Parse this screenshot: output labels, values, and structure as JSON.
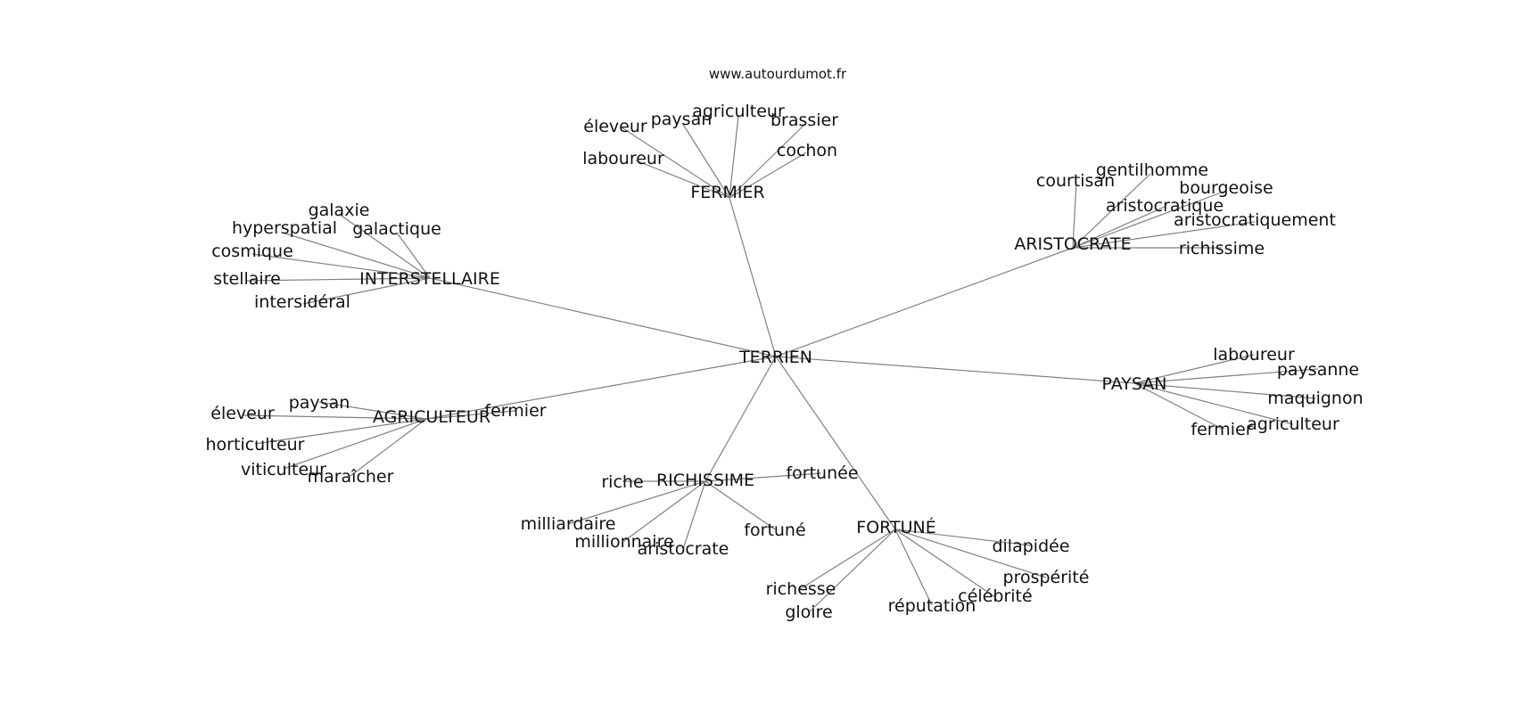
{
  "source": "www.autourdumot.fr",
  "colors": {
    "edge": "#808080",
    "text": "#111111",
    "background": "#ffffff"
  },
  "center": "TERRIEN",
  "clusters": [
    {
      "hub": "FERMIER",
      "leaves": [
        "éleveur",
        "paysan",
        "agriculteur",
        "brassier",
        "laboureur",
        "cochon"
      ]
    },
    {
      "hub": "ARISTOCRATE",
      "leaves": [
        "courtisan",
        "gentilhomme",
        "bourgeoise",
        "aristocratique",
        "aristocratiquement",
        "richissime"
      ]
    },
    {
      "hub": "INTERSTELLAIRE",
      "leaves": [
        "galaxie",
        "hyperspatial",
        "galactique",
        "cosmique",
        "stellaire",
        "intersidéral"
      ]
    },
    {
      "hub": "PAYSAN",
      "leaves": [
        "laboureur",
        "paysanne",
        "maquignon",
        "agriculteur",
        "fermier"
      ]
    },
    {
      "hub": "AGRICULTEUR",
      "leaves": [
        "paysan",
        "éleveur",
        "fermier",
        "horticulteur",
        "viticulteur",
        "maraîcher"
      ]
    },
    {
      "hub": "RICHISSIME",
      "leaves": [
        "riche",
        "fortunée",
        "milliardaire",
        "millionnaire",
        "aristocrate",
        "fortuné"
      ]
    },
    {
      "hub": "FORTUNÉ",
      "leaves": [
        "dilapidée",
        "prospérité",
        "richesse",
        "célébrité",
        "gloire",
        "réputation"
      ]
    }
  ]
}
